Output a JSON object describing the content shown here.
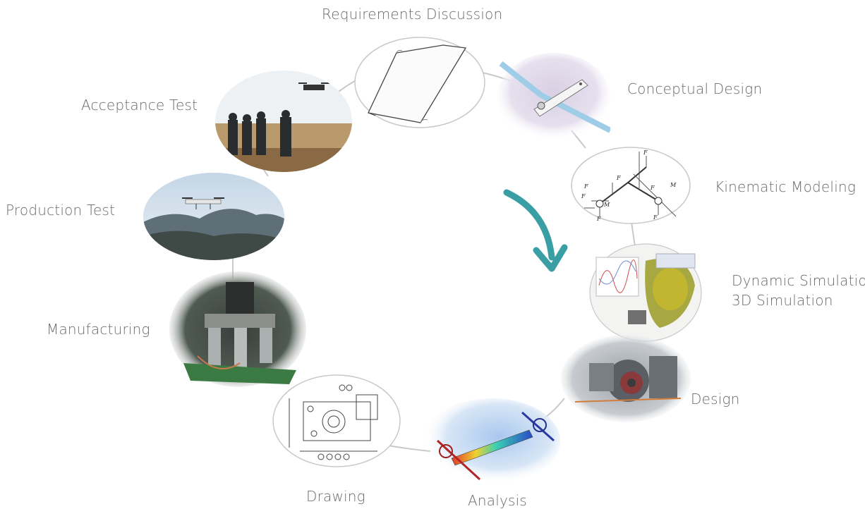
{
  "diagram": {
    "stages": [
      {
        "key": "requirements",
        "label": "Requirements Discussion"
      },
      {
        "key": "conceptual",
        "label": "Conceptual Design"
      },
      {
        "key": "kinematic",
        "label": "Kinematic Modeling"
      },
      {
        "key": "dynamic",
        "label": "Dynamic Simulation",
        "label2": "3D Simulation"
      },
      {
        "key": "design",
        "label": "Design"
      },
      {
        "key": "analysis",
        "label": "Analysis"
      },
      {
        "key": "drawing",
        "label": "Drawing"
      },
      {
        "key": "manufacturing",
        "label": "Manufacturing"
      },
      {
        "key": "production",
        "label": "Production Test"
      },
      {
        "key": "acceptance",
        "label": "Acceptance Test"
      }
    ],
    "kinematic_symbols": [
      "F",
      "M",
      "F",
      "F",
      "M",
      "F",
      "F",
      "F",
      "F"
    ],
    "arrow_color": "#3a9ea5",
    "flow_direction": "clockwise"
  }
}
